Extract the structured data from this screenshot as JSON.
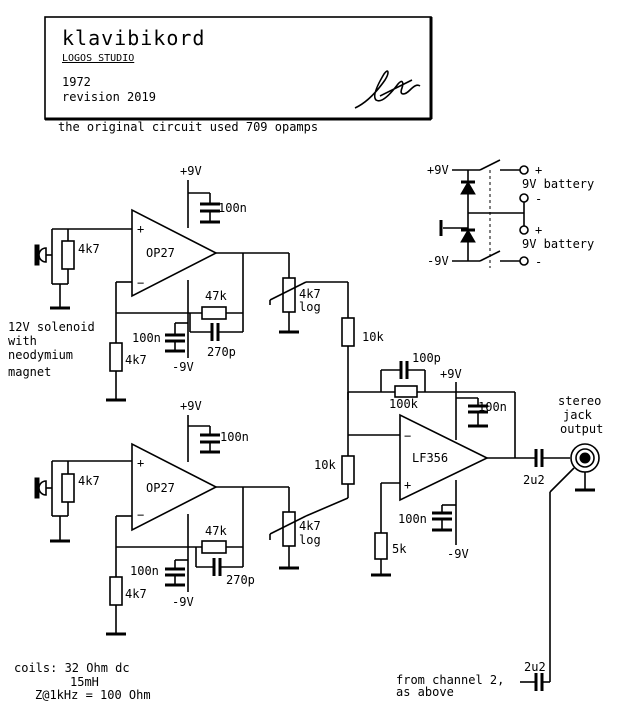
{
  "title_block": {
    "title": "klavibikord",
    "studio": "LOGOS STUDIO",
    "year": "1972",
    "revision": "revision 2019"
  },
  "note": "the original circuit used 709 opamps",
  "channel_a": {
    "opamp": "OP27",
    "supply_pos": "+9V",
    "supply_neg": "-9V",
    "decoupling_pos": "100n",
    "decoupling_neg": "100n",
    "input_resistor": "4k7",
    "ground_resistor": "4k7",
    "feedback_resistor": "47k",
    "feedback_cap": "270p",
    "pot_value": "4k7",
    "pot_taper": "log",
    "mix_resistor": "10k",
    "plus": "+",
    "minus": "−"
  },
  "channel_b": {
    "opamp": "OP27",
    "supply_pos": "+9V",
    "supply_neg": "-9V",
    "decoupling_pos": "100n",
    "decoupling_neg": "100n",
    "input_resistor": "4k7",
    "ground_resistor": "4k7",
    "feedback_resistor": "47k",
    "feedback_cap": "270p",
    "pot_value": "4k7",
    "pot_taper": "log",
    "mix_resistor": "10k",
    "plus": "+",
    "minus": "−"
  },
  "solenoid_label": [
    "12V solenoid",
    "with",
    "neodymium",
    "magnet"
  ],
  "mixer": {
    "opamp": "LF356",
    "feedback_resistor": "100k",
    "feedback_cap": "100p",
    "supply_pos": "+9V",
    "supply_neg": "-9V",
    "decoupling_pos": "100n",
    "decoupling_neg": "100n",
    "bias_resistor": "5k",
    "plus": "+",
    "minus": "−"
  },
  "output": {
    "coupling_cap": "2u2",
    "jack_label": [
      "stereo",
      "jack",
      "output"
    ]
  },
  "channel2": {
    "cap": "2u2",
    "label": [
      "from channel 2,",
      "as above"
    ]
  },
  "power": {
    "pos": "+9V",
    "neg": "-9V",
    "battery_top": "9V battery",
    "battery_bottom": "9V battery",
    "plus": "+",
    "minus": "-"
  },
  "coils": {
    "line1": "coils: 32 Ohm dc",
    "line2": "15mH",
    "line3": "Z@1kHz = 100 Ohm"
  }
}
